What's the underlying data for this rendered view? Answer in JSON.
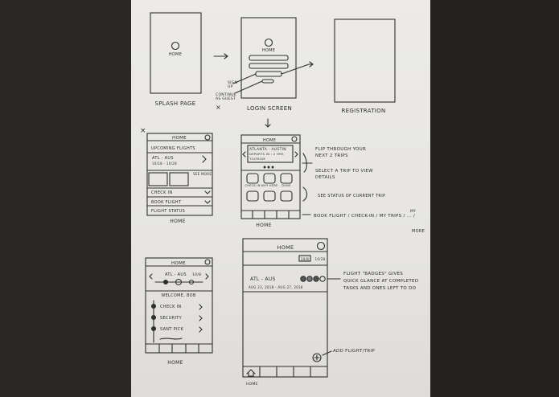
{
  "row1": {
    "splash": {
      "caption": "SPLASH PAGE",
      "home": "HOME"
    },
    "login": {
      "caption": "LOGIN SCREEN",
      "home": "HOME",
      "sign_up": [
        "SIGN",
        "UP"
      ],
      "guest": [
        "CONTINUE",
        "AS GUEST"
      ]
    },
    "registration": {
      "caption": "REGISTRATION"
    },
    "x_mark": "×"
  },
  "row2": {
    "x_mark": "×",
    "list_screen": {
      "title": "HOME",
      "upcoming": "UPCOMING FLIGHTS",
      "route": "ATL - AUS",
      "dates": "10/18 - 10/28",
      "see_more": "SEE MORE",
      "check_in": "CHECK IN",
      "book": "BOOK FLIGHT",
      "status": "FLIGHT STATUS",
      "caption": "HOME"
    },
    "card_screen": {
      "title": "HOME",
      "route": "ATLANTA - AUSTIN",
      "sub1": "DEPARTS IN : 2 HRS",
      "sub2": "TO/FROM",
      "tiles": [
        "CHECK IN",
        "WHY HERE",
        "DONE"
      ],
      "caption": "HOME"
    },
    "notes": {
      "flip": [
        "FLIP THROUGH YOUR",
        "NEXT 2 TRIPS"
      ],
      "select": [
        "SELECT A TRIP TO VIEW",
        "DETAILS"
      ],
      "status": "SEE STATUS OF CURRENT TRIP",
      "nav": "BOOK FLIGHT / CHECK-IN / MY TRIPS / ... /",
      "nav_my": "MY",
      "more": "MORE"
    }
  },
  "row3": {
    "timeline_screen": {
      "title": "HOME",
      "route": "ATL - AUS",
      "date": "10/8",
      "welcome": "WELCOME, BOB",
      "steps": [
        "CHECK IN",
        "SECURITY",
        "SANT PICK"
      ],
      "caption": "HOME"
    },
    "big_screen": {
      "title": "HOME",
      "chips": [
        "10/8",
        "10/28"
      ],
      "route": "ATL - AUS",
      "dates": "AUG 23, 2018 - AUG 27, 2018",
      "caption": "HOME"
    },
    "notes": {
      "badges": [
        "FLIGHT \"BADGES\" GIVES",
        "QUICK GLANCE AT COMPLETED",
        "TASKS AND ONES LEFT TO DO"
      ],
      "add": "ADD FLIGHT/TRIP"
    }
  },
  "colors": {
    "paper": "#e8e7e3",
    "ink": "#2b2b2b",
    "background": "#1d1c1a"
  }
}
